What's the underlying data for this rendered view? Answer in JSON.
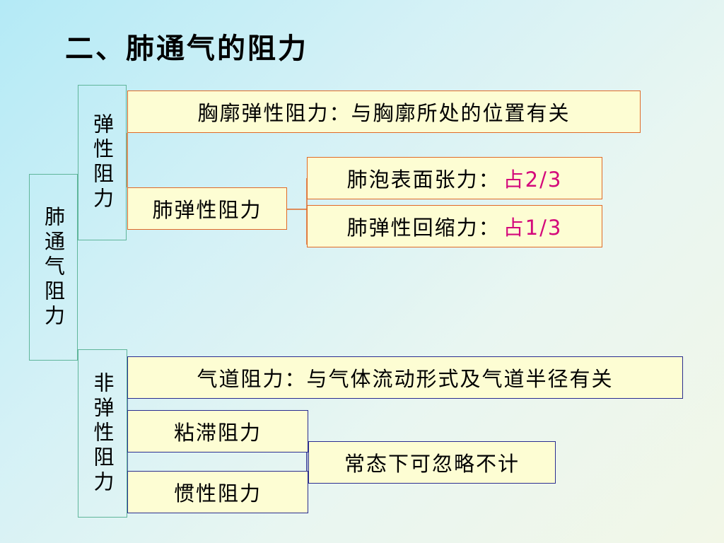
{
  "title": "二、肺通气的阻力",
  "root": {
    "label": "肺通气阻力"
  },
  "elastic": {
    "label": "弹性阻力",
    "chest_wall": "胸廓弹性阻力：与胸廓所处的位置有关",
    "lung": "肺弹性阻力",
    "surface_tension": {
      "label": "肺泡表面张力：",
      "share": "占2/3"
    },
    "recoil": {
      "label": "肺弹性回缩力：",
      "share": "占1/3"
    }
  },
  "non_elastic": {
    "label": "非弹性阻力",
    "airway": "气道阻力：与气体流动形式及气道半径有关",
    "viscous": "粘滞阻力",
    "inertial": "惯性阻力",
    "note": "常态下可忽略不计"
  },
  "colors": {
    "box_fill": "#fdfdd3",
    "border_orange": "#e06a28",
    "border_navy": "#2b2d8f",
    "border_teal": "#5fb59a",
    "highlight": "#d4087b"
  }
}
